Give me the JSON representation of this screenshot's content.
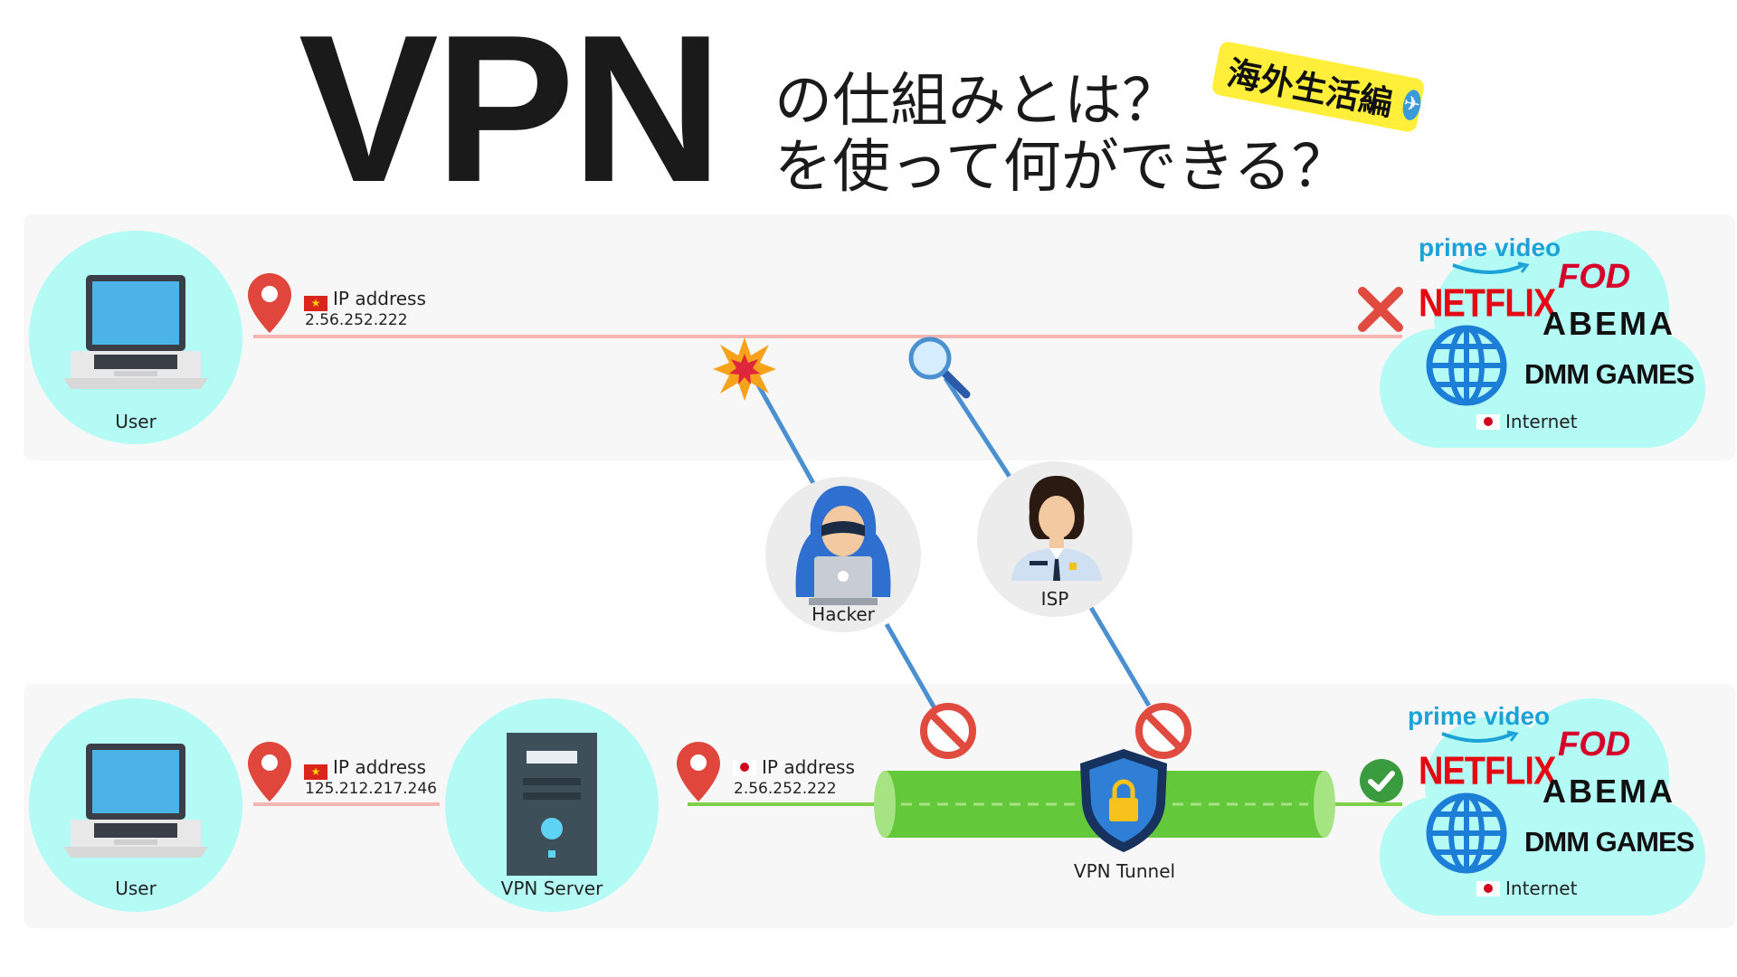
{
  "title": {
    "main": "VPN",
    "line1": "の仕組みとは？",
    "line2": "を使って何ができる？",
    "badge": "海外生活編"
  },
  "top": {
    "user_label": "User",
    "ip_label": "IP address",
    "ip_value": "2.56.252.222",
    "internet_label": "Internet",
    "status": "blocked"
  },
  "bottom": {
    "user_label": "User",
    "ip_label": "IP address",
    "ip_value": "125.212.217.246",
    "server_label": "VPN Server",
    "server_ip_label": "IP address",
    "server_ip_value": "2.56.252.222",
    "tunnel_label": "VPN Tunnel",
    "internet_label": "Internet",
    "status": "allowed"
  },
  "actors": {
    "hacker_label": "Hacker",
    "isp_label": "ISP"
  },
  "services": {
    "prime": "prime video",
    "fod": "FOD",
    "netflix": "NETFLIX",
    "abema": "ABEMA",
    "dmm": "DMM GAMES"
  },
  "colors": {
    "circle": "#b4fbf6",
    "panel": "#f7f7f7",
    "red_line": "#f5b6b1",
    "green_line": "#7fd14a",
    "block": "#e04a3f",
    "check": "#3a9a3e"
  }
}
